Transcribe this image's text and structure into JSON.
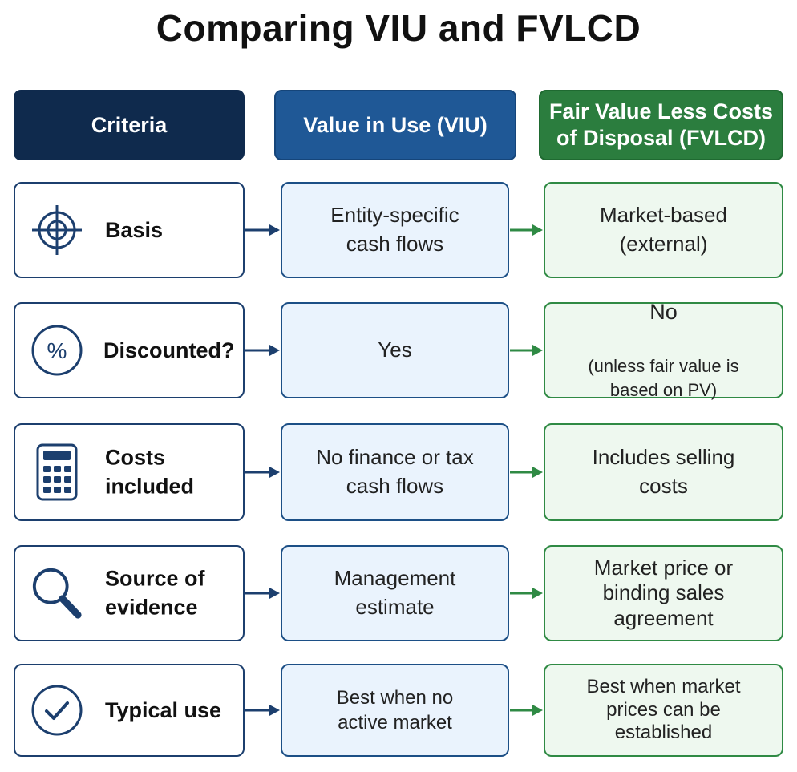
{
  "title": "Comparing VIU and FVLCD",
  "headers": {
    "criteria": "Criteria",
    "viu": "Value in Use (VIU)",
    "fvlcd_line1": "Fair Value Less Costs",
    "fvlcd_line2": "of Disposal (FVLCD)"
  },
  "colors": {
    "navy": "#0f2a4d",
    "blue": "#1f5896",
    "green": "#2b7d3e",
    "viu_fill": "#eaf3fd",
    "fvlcd_fill": "#eef8ef"
  },
  "rows": [
    {
      "icon": "target-icon",
      "criteria": "Basis",
      "viu": "Entity-specific\ncash flows",
      "fvlcd": "Market-based\n(external)"
    },
    {
      "icon": "percent-icon",
      "criteria": "Discounted?",
      "viu": "Yes",
      "fvlcd_main": "No",
      "fvlcd_sub": "(unless fair value is\nbased on PV)"
    },
    {
      "icon": "calculator-icon",
      "criteria": "Costs\nincluded",
      "viu": "No finance or tax\ncash flows",
      "fvlcd": "Includes selling\ncosts"
    },
    {
      "icon": "magnifier-icon",
      "criteria": "Source of\nevidence",
      "viu": "Management\nestimate",
      "fvlcd": "Market price or\nbinding sales\nagreement"
    },
    {
      "icon": "check-circle-icon",
      "criteria": "Typical use",
      "viu": "Best when no\nactive market",
      "fvlcd": "Best when market\nprices can be\nestablished"
    }
  ]
}
